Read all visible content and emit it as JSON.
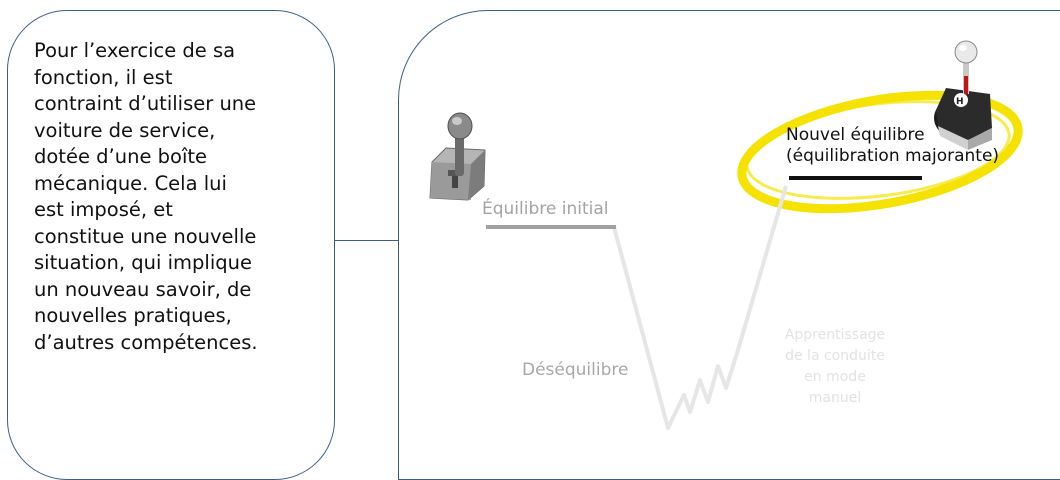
{
  "left_panel": {
    "text": "Pour l’exercice de sa\nfonction, il est\ncontraint d’utiliser une\nvoiture de service,\ndotée d’une boîte\nmécanique. Cela lui\nest imposé, et\nconstitue une nouvelle\nsituation, qui implique\nun nouveau savoir, de\nnouvelles pratiques,\nd’autres compétences."
  },
  "diagram": {
    "label_initial": "Équilibre initial",
    "label_desequilibre": "Déséquilibre",
    "label_apprentissage": "Apprentissage\nde la conduite\nen mode\nmanuel",
    "label_nouvel": "Nouvel équilibre\n(équilibration majorante)",
    "icons": [
      "automatic-gear-shifter-icon",
      "manual-gear-shifter-icon"
    ],
    "colors": {
      "highlight_ring": "#f5e200",
      "new_equilibrium_line": "#111111",
      "initial_line": "#a0a0a0",
      "curve": "#e6e6e6",
      "border": "#3a5f8f"
    }
  }
}
